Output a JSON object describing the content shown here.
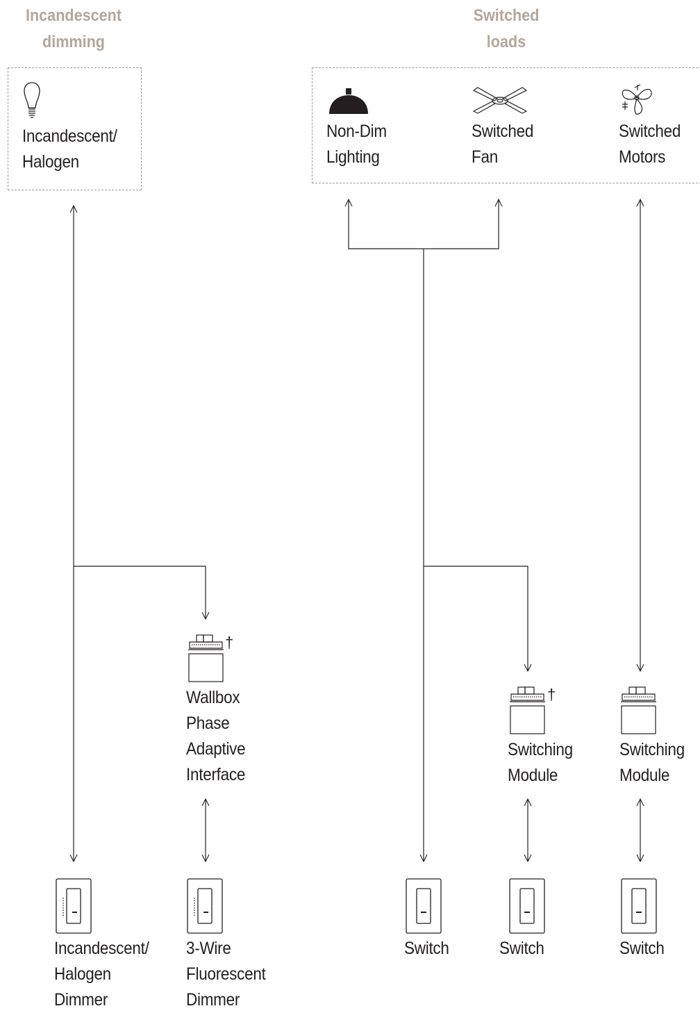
{
  "groups": {
    "incandescent": {
      "title": "Incandescent\ndimming"
    },
    "switched": {
      "title": "Switched\nloads"
    }
  },
  "loads": {
    "incandescent_halogen": {
      "label": "Incandescent/\nHalogen",
      "icon": "bulb-icon"
    },
    "non_dim": {
      "label": "Non-Dim\nLighting",
      "icon": "dome-lamp-icon"
    },
    "fan": {
      "label": "Switched\nFan",
      "icon": "ceiling-fan-icon"
    },
    "motors": {
      "label": "Switched\nMotors",
      "icon": "motor-fan-icon"
    }
  },
  "interfaces": {
    "wallbox": {
      "label": "Wallbox\nPhase\nAdaptive\nInterface",
      "mark": "†",
      "icon": "interface-module-icon"
    },
    "switching_module_1": {
      "label": "Switching\nModule",
      "mark": "†",
      "icon": "interface-module-icon"
    },
    "switching_module_2": {
      "label": "Switching\nModule",
      "icon": "interface-module-icon"
    }
  },
  "controls": {
    "incandescent_dimmer": {
      "label": "Incandescent/\nHalogen\nDimmer",
      "icon": "dimmer-icon"
    },
    "fluorescent_dimmer": {
      "label": "3-Wire\nFluorescent\nDimmer",
      "icon": "dimmer-icon"
    },
    "switch_1": {
      "label": "Switch",
      "icon": "switch-icon"
    },
    "switch_2": {
      "label": "Switch",
      "icon": "switch-icon"
    },
    "switch_3": {
      "label": "Switch",
      "icon": "switch-icon"
    }
  },
  "colors": {
    "header": "#b3a69c",
    "line": "#231f20",
    "box_border": "#9a9a9a"
  }
}
